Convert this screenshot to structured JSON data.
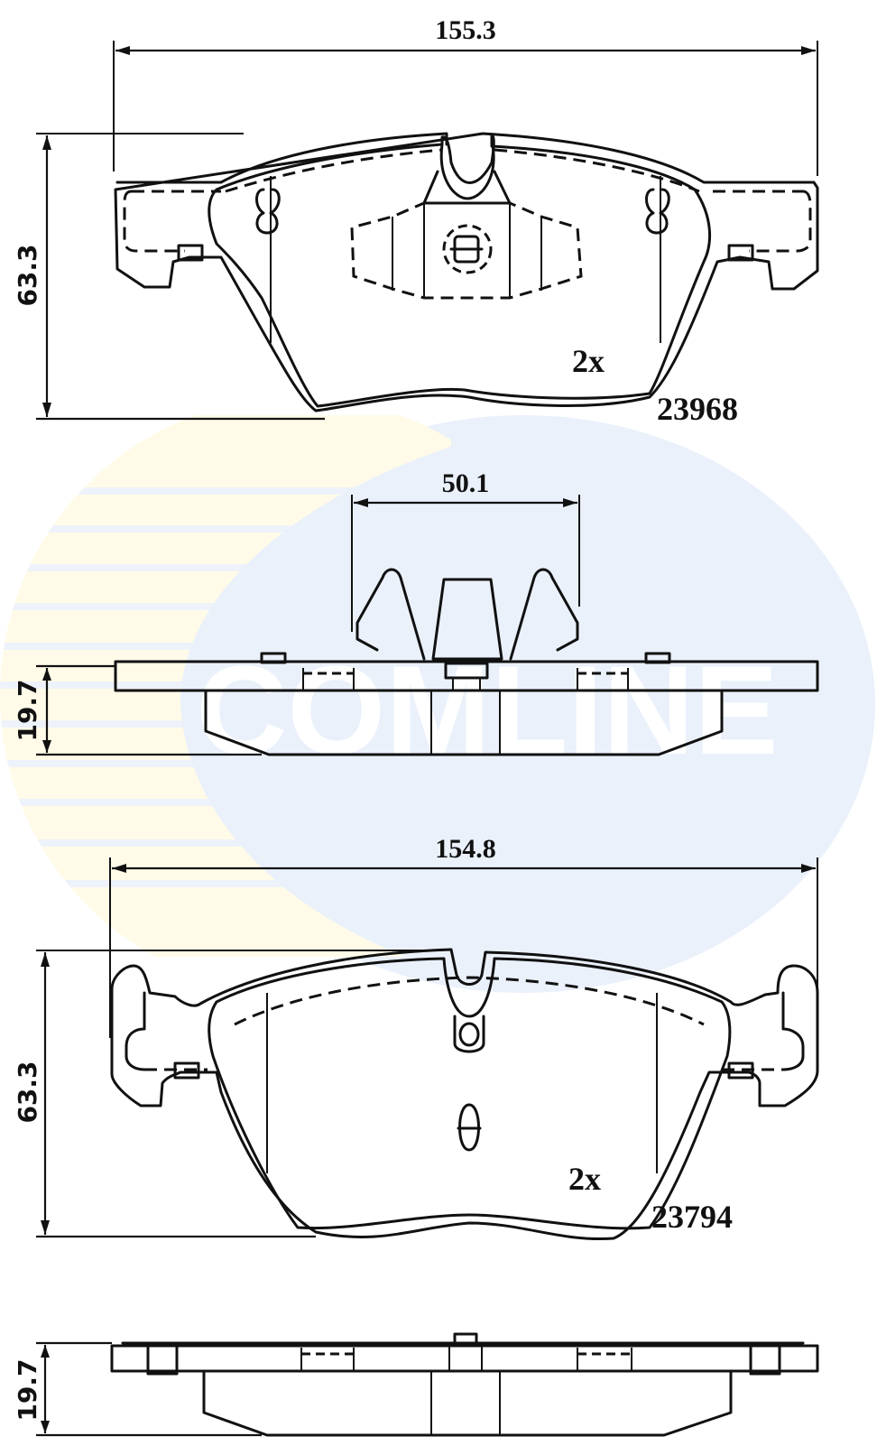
{
  "watermark": {
    "text": "COMLINE",
    "colors": {
      "blue": "#eaf1fb",
      "yellow": "#fffbe8",
      "text": "#ffffff"
    }
  },
  "views": [
    {
      "name": "upper-pad-front-view",
      "part_number": "23968",
      "quantity": "2x",
      "width_label": "155.3",
      "height_label": "63.3"
    },
    {
      "name": "upper-pad-side-view",
      "clip_width_label": "50.1",
      "thickness_label": "19.7"
    },
    {
      "name": "lower-pad-front-view",
      "part_number": "23794",
      "quantity": "2x",
      "width_label": "154.8",
      "height_label": "63.3"
    },
    {
      "name": "lower-pad-side-view",
      "thickness_label": "19.7"
    }
  ],
  "colors": {
    "line": "#111111",
    "background": "#ffffff"
  }
}
